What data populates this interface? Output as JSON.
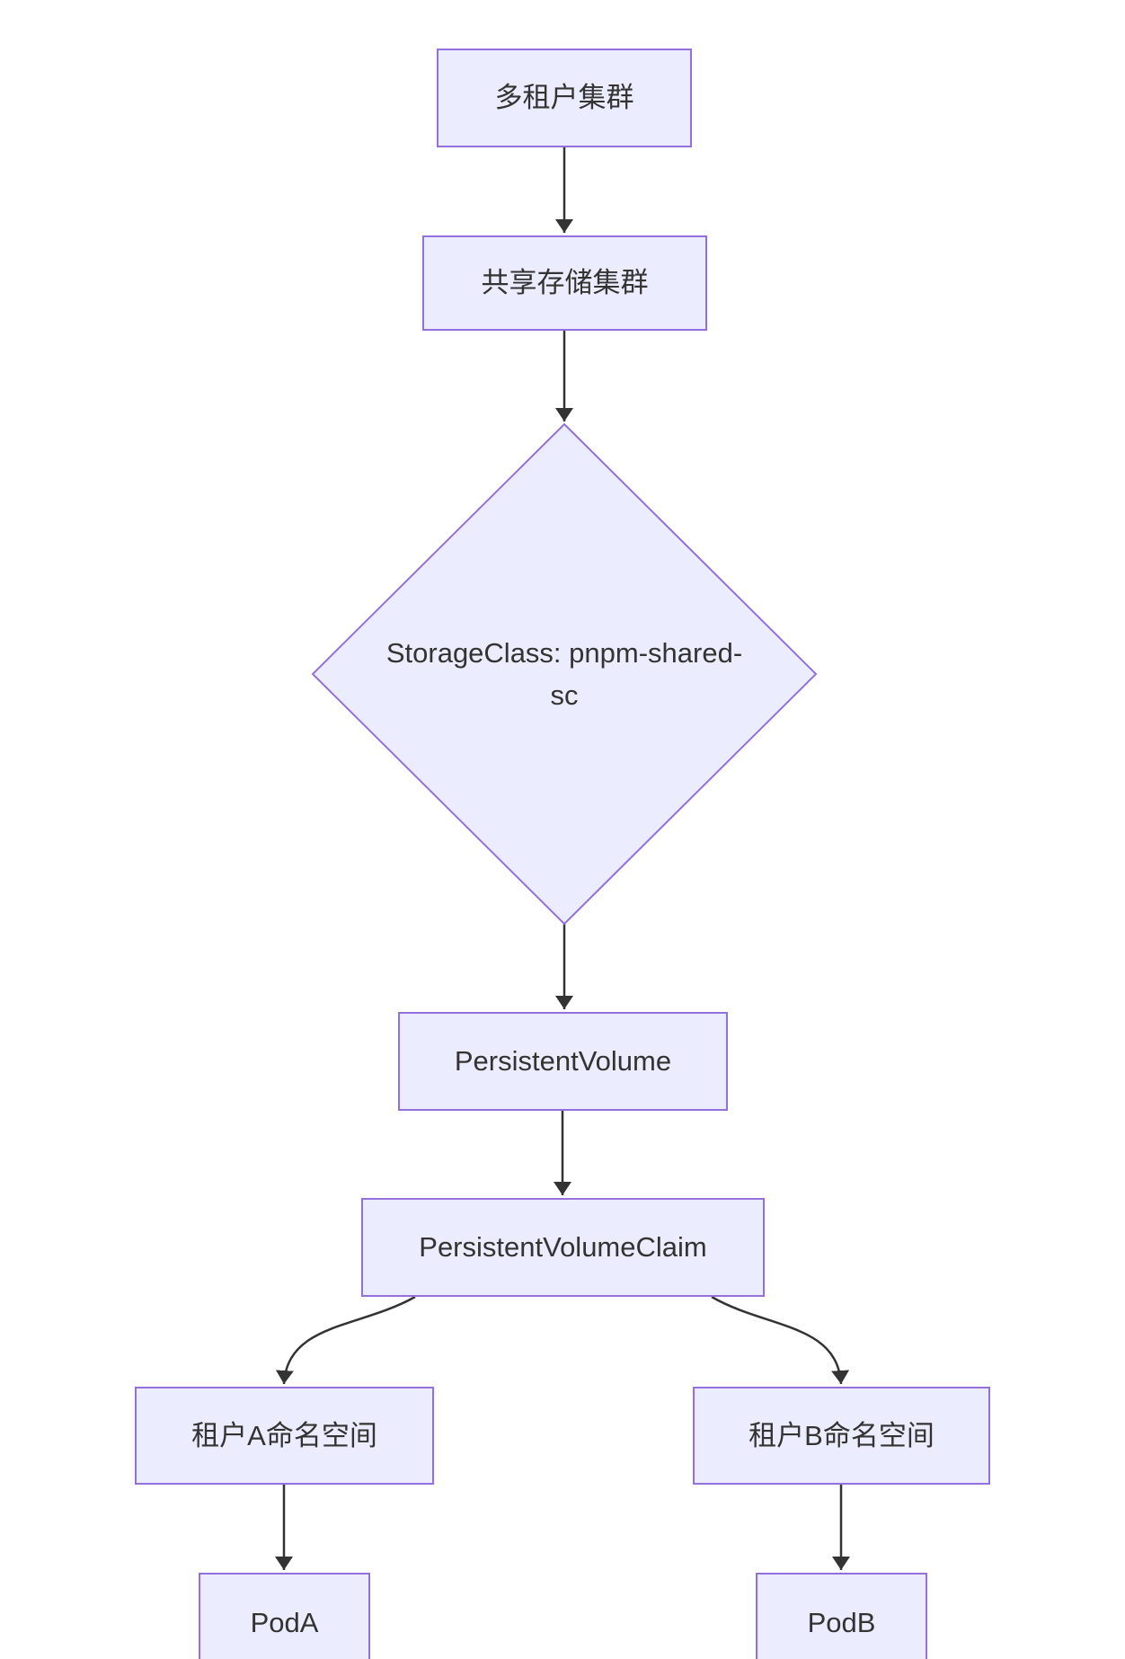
{
  "diagram": {
    "type": "flowchart",
    "direction": "top-down",
    "style": {
      "background": "#ffffff",
      "node_fill": "#ECECFF",
      "node_border": "#9370DB",
      "edge_color": "#333333",
      "text_color": "#333333"
    },
    "nodes": [
      {
        "id": "multi-tenant-cluster",
        "shape": "rectangle",
        "label": "多租户集群"
      },
      {
        "id": "shared-storage-cluster",
        "shape": "rectangle",
        "label": "共享存储集群"
      },
      {
        "id": "storageclass-decision",
        "shape": "diamond",
        "label": "StorageClass: pnpm-shared-sc",
        "label_line1": "StorageClass: pnpm-shared-",
        "label_line2": "sc"
      },
      {
        "id": "persistent-volume",
        "shape": "rectangle",
        "label": "PersistentVolume"
      },
      {
        "id": "persistent-volume-claim",
        "shape": "rectangle",
        "label": "PersistentVolumeClaim"
      },
      {
        "id": "tenant-a-namespace",
        "shape": "rectangle",
        "label": "租户A命名空间"
      },
      {
        "id": "tenant-b-namespace",
        "shape": "rectangle",
        "label": "租户B命名空间"
      },
      {
        "id": "pod-a",
        "shape": "rectangle",
        "label": "PodA"
      },
      {
        "id": "pod-b",
        "shape": "rectangle",
        "label": "PodB"
      }
    ],
    "edges": [
      {
        "from": "multi-tenant-cluster",
        "to": "shared-storage-cluster",
        "arrow": "filled-triangle"
      },
      {
        "from": "shared-storage-cluster",
        "to": "storageclass-decision",
        "arrow": "filled-triangle"
      },
      {
        "from": "storageclass-decision",
        "to": "persistent-volume",
        "arrow": "filled-triangle"
      },
      {
        "from": "persistent-volume",
        "to": "persistent-volume-claim",
        "arrow": "filled-triangle"
      },
      {
        "from": "persistent-volume-claim",
        "to": "tenant-a-namespace",
        "arrow": "filled-triangle"
      },
      {
        "from": "persistent-volume-claim",
        "to": "tenant-b-namespace",
        "arrow": "filled-triangle"
      },
      {
        "from": "tenant-a-namespace",
        "to": "pod-a",
        "arrow": "filled-triangle"
      },
      {
        "from": "tenant-b-namespace",
        "to": "pod-b",
        "arrow": "filled-triangle"
      }
    ]
  }
}
